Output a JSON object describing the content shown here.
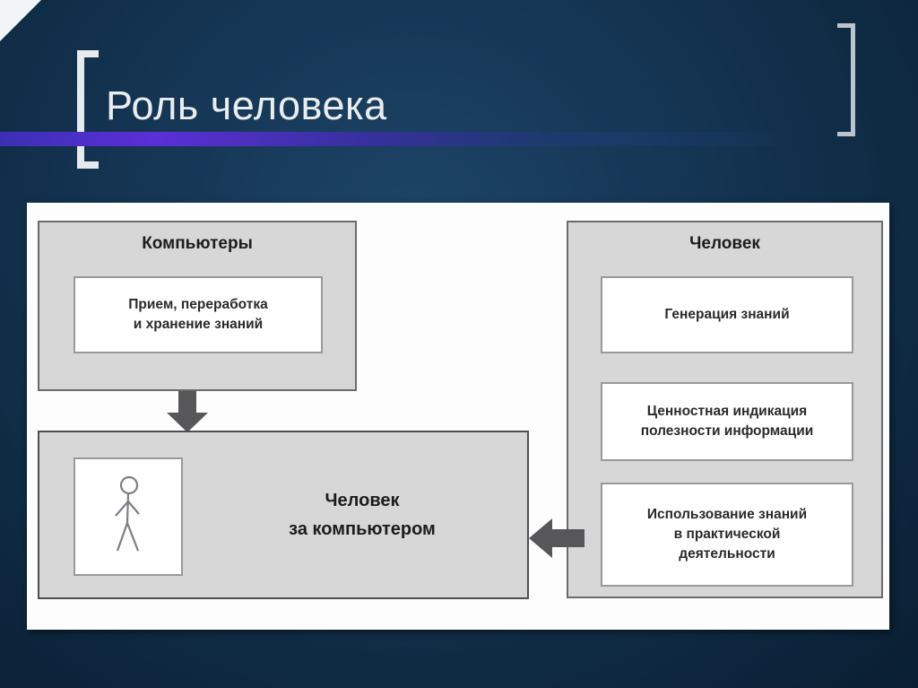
{
  "slide": {
    "title": "Роль человека"
  },
  "diagram": {
    "computers_title": "Компьютеры",
    "computers_item": "Прием, переработка\nи хранение знаний",
    "human_at_computer_label": "Человек\nза компьютером",
    "human_title": "Человек",
    "human_items": [
      "Генерация знаний",
      "Ценностная индикация\nполезности информации",
      "Использование знаний\nв практической\nдеятельности"
    ]
  },
  "icons": {
    "stick_figure": "stick-figure-icon",
    "arrow_down": "arrow-down-icon",
    "arrow_left": "arrow-left-icon",
    "bracket_left": "title-bracket-left-icon",
    "bracket_right": "title-bracket-right-icon"
  },
  "colors": {
    "background_navy": "#143452",
    "accent_purple": "#5b2fd6",
    "panel_white": "#fdfdfd",
    "box_gray": "#d7d7d7",
    "box_border": "#6b6b6b",
    "arrow_gray": "#57575a",
    "title_text": "#eaedef",
    "diagram_text": "#1c1c1c"
  }
}
